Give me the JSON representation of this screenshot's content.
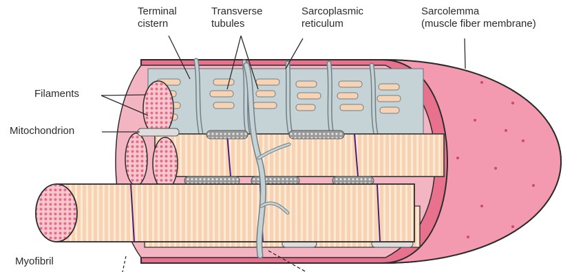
{
  "diagram": {
    "labels": {
      "terminal_cistern": "Terminal\ncistern",
      "transverse_tubules": "Transverse\ntubules",
      "sarcoplasmic_reticulum": "Sarcoplasmic\nreticulum",
      "sarcolemma": "Sarcolemma\n(muscle fiber membrane)",
      "filaments": "Filaments",
      "mitochondrion": "Mitochondrion",
      "myofibril": "Myofibril"
    },
    "colors": {
      "sarcolemma": "#e8728e",
      "sarcolemma_light": "#f39ab0",
      "myofibril": "#f7d3b4",
      "myofibril_stripe": "#ffffff",
      "z_line": "#4a1e78",
      "tubule": "#b9c8cc",
      "tubule_stroke": "#6f7f84",
      "mitochondrion": "#8d8d8d",
      "outline": "#2b2b2b"
    }
  }
}
